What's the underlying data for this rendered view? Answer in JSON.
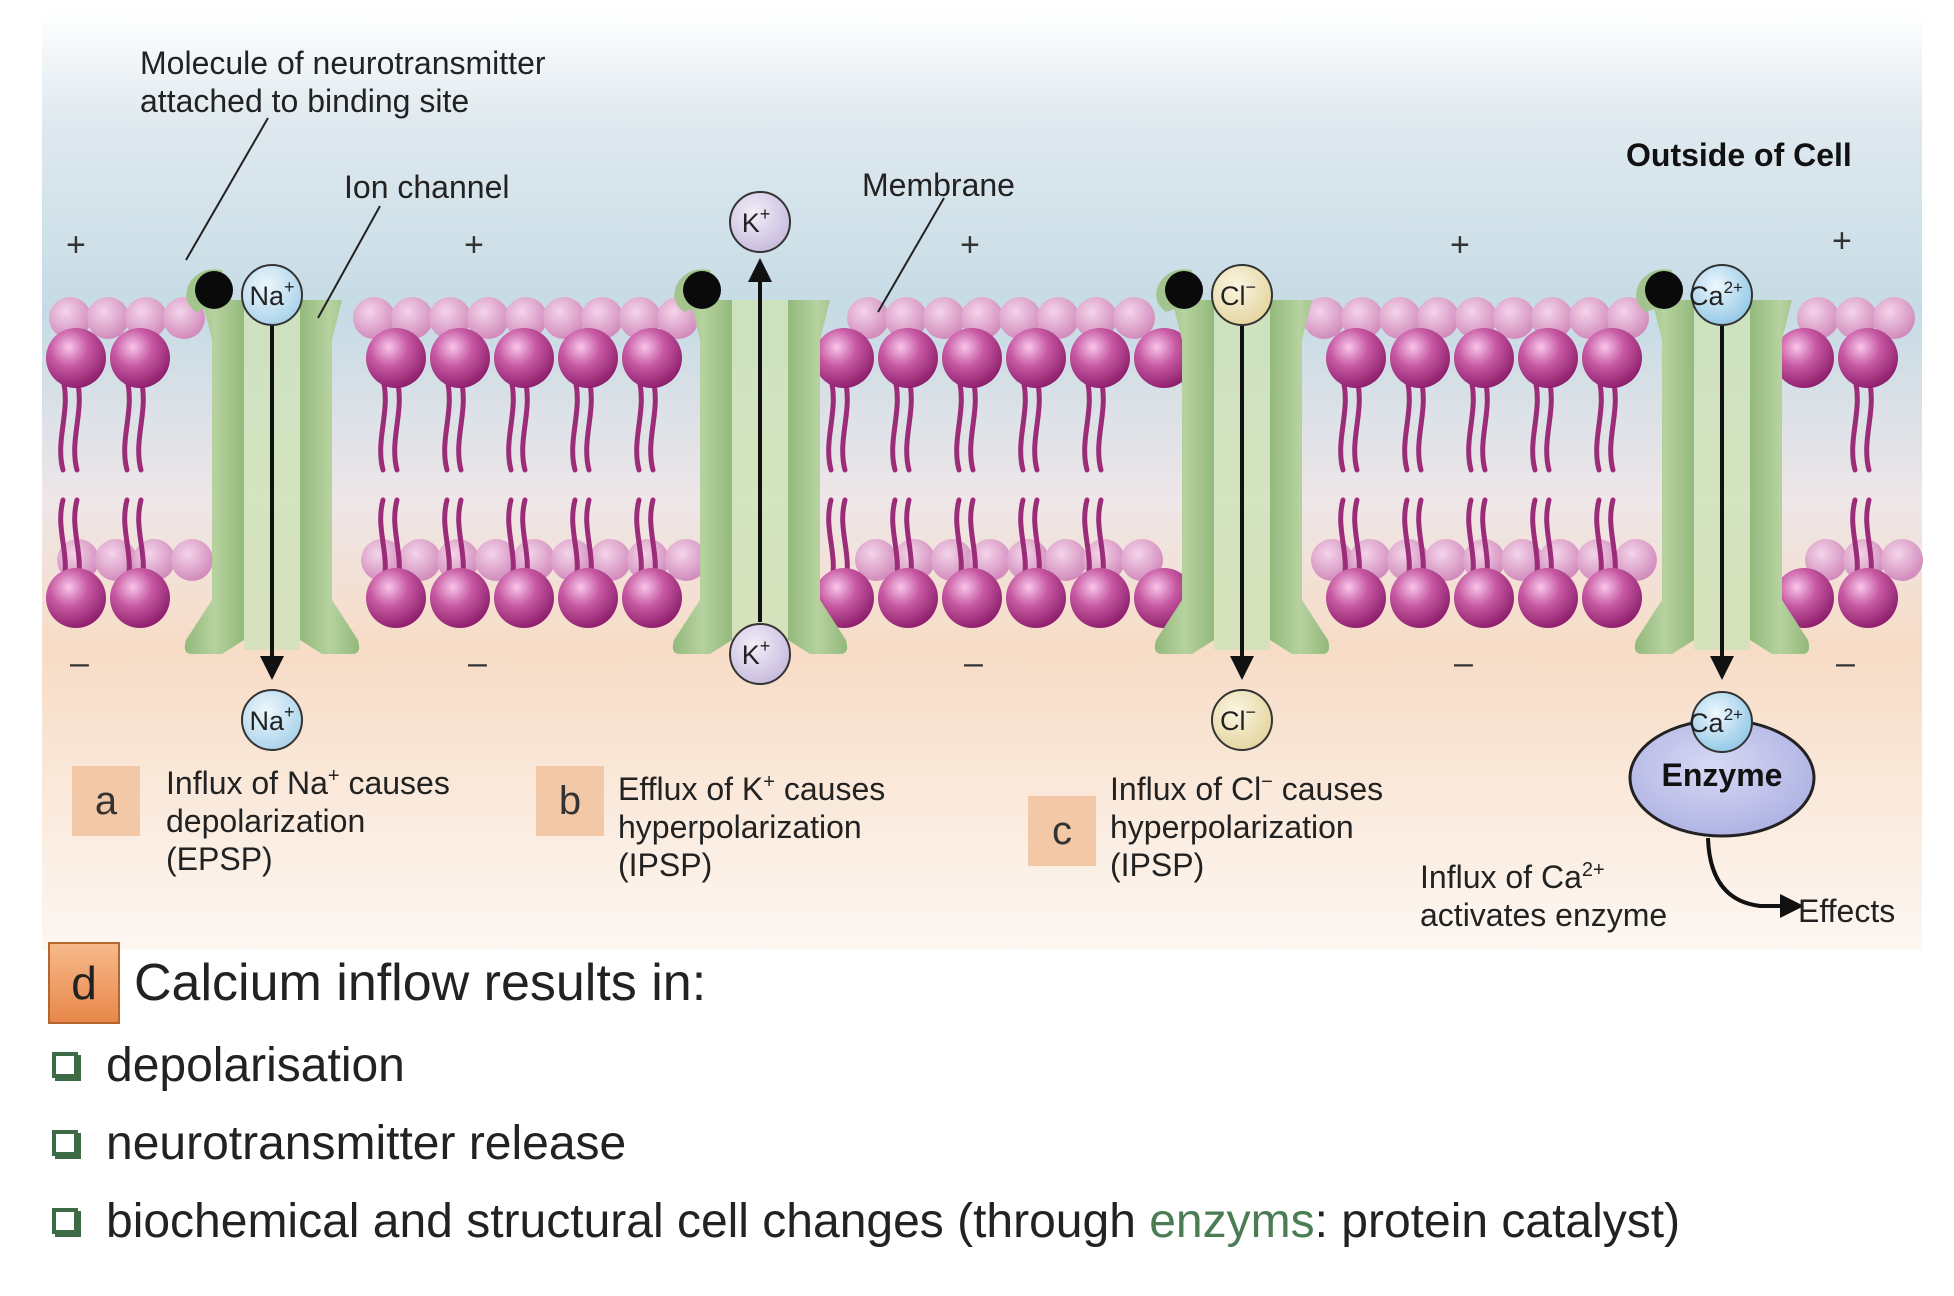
{
  "labels": {
    "molecule_line1": "Molecule of neurotransmitter",
    "molecule_line2": "attached to binding site",
    "ion_channel": "Ion channel",
    "membrane": "Membrane",
    "outside": "Outside of Cell",
    "plus": "+",
    "minus": "–"
  },
  "ions": {
    "na": "Na",
    "na_sup": "+",
    "k": "K",
    "k_sup": "+",
    "cl": "Cl",
    "cl_sup": "−",
    "ca": "Ca",
    "ca_sup": "2+"
  },
  "panels": {
    "a": {
      "tag": "a",
      "line1_pre": "Influx of Na",
      "line1_sup": "+",
      "line1_post": " causes",
      "line2": "depolarization",
      "line3": "(EPSP)"
    },
    "b": {
      "tag": "b",
      "line1_pre": "Efflux of K",
      "line1_sup": "+",
      "line1_post": " causes",
      "line2": "hyperpolarization",
      "line3": "(IPSP)"
    },
    "c": {
      "tag": "c",
      "line1_pre": "Influx of Cl",
      "line1_sup": "−",
      "line1_post": " causes",
      "line2": "hyperpolarization",
      "line3": "(IPSP)"
    },
    "d": {
      "enzyme": "Enzyme",
      "line1_pre": "Influx of Ca",
      "line1_sup": "2+",
      "line2": "activates enzyme",
      "effects": "Effects"
    }
  },
  "summary": {
    "tag": "d",
    "heading": "Calcium inflow results in:",
    "items": [
      {
        "text": "depolarisation"
      },
      {
        "text": "neurotransmitter release"
      },
      {
        "pre": "biochemical and structural cell changes (through ",
        "highlight": "enzyms",
        "post": ": protein catalyst)"
      }
    ]
  },
  "colors": {
    "outside_top": "#c9dde8",
    "inside_bottom": "#f6dcc6",
    "lipid_head": "#c04a98",
    "lipid_tail": "#9a2c78",
    "channel": "#a3c48c",
    "channel_core": "#cfe3b8",
    "enzyme": "#b9bde8",
    "accent_green": "#4b7c53",
    "tag_orange": "#f2c8a6"
  }
}
